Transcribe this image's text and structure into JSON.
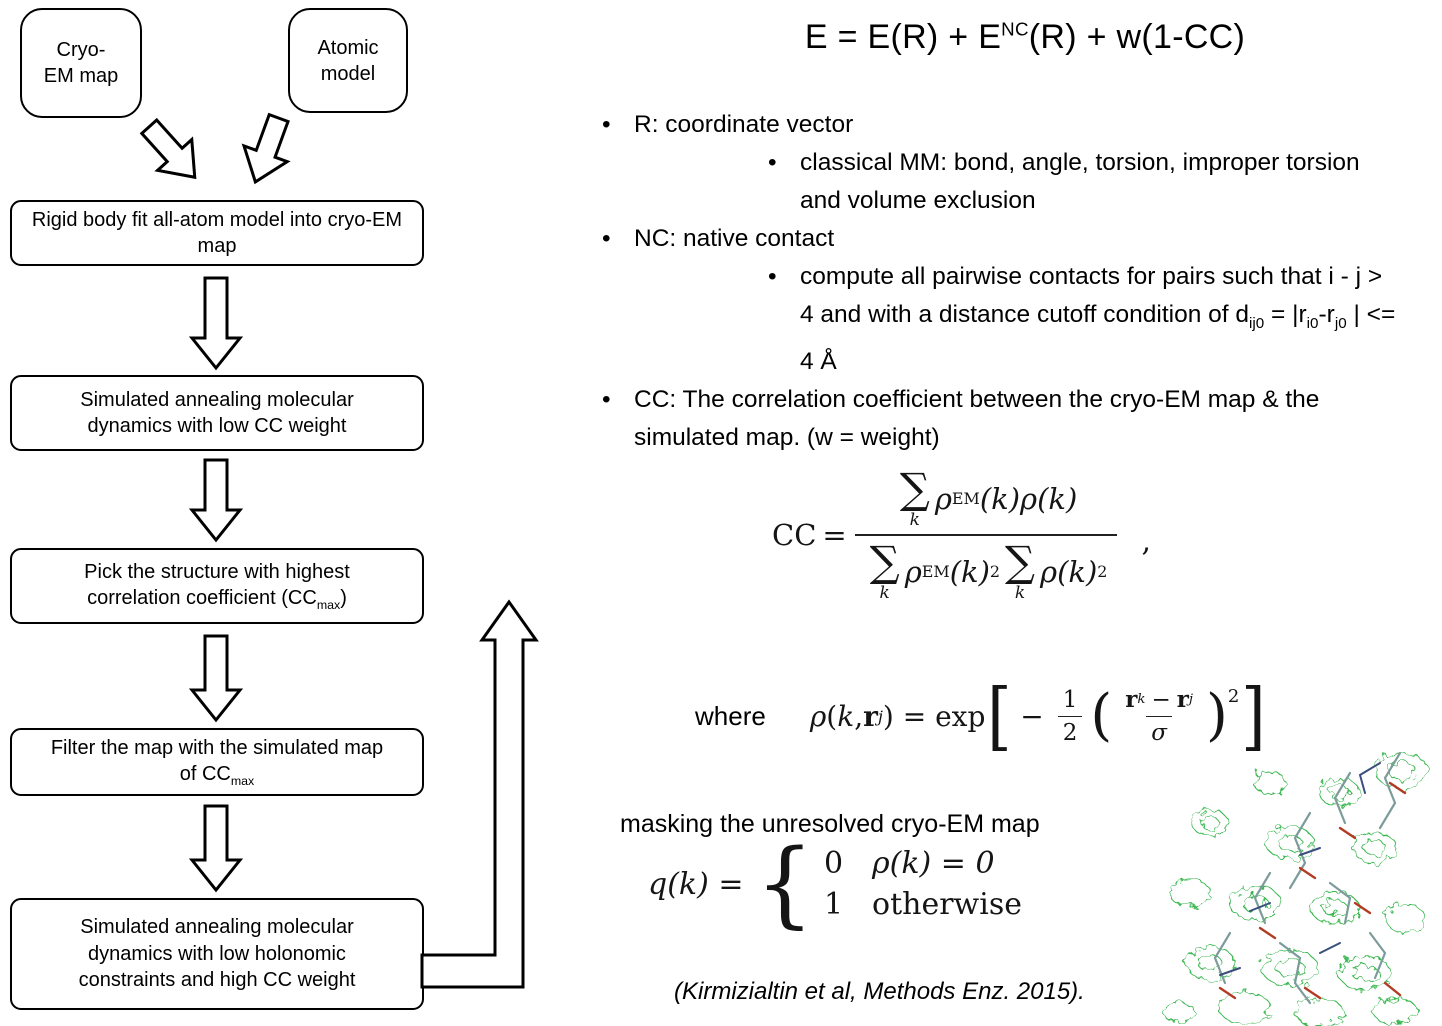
{
  "flowchart": {
    "source_boxes": [
      {
        "label": "Cryo-\nEM map"
      },
      {
        "label": "Atomic\nmodel"
      }
    ],
    "steps": [
      {
        "text": "Rigid body fit all-atom model into cryo-EM map"
      },
      {
        "text": "Simulated annealing molecular dynamics with low CC weight"
      },
      {
        "pre": "Pick the structure with highest correlation coefficient (CC",
        "sub": "max",
        "post": ")"
      },
      {
        "pre": "Filter the map with the simulated map of CC",
        "sub": "max",
        "post": ""
      },
      {
        "text": "Simulated annealing molecular dynamics with low holonomic constraints and high CC weight"
      }
    ]
  },
  "header_equation": {
    "p1": "E = E(R) + E",
    "sup": "NC",
    "p2": "(R) + w(1-CC)"
  },
  "bullets": {
    "b1": "R: coordinate vector",
    "b1_sub": "classical MM: bond, angle, torsion, improper torsion and volume exclusion",
    "b2": "NC: native contact",
    "b2_sub": {
      "p1": "compute all pairwise contacts for pairs such that i - j > 4 and with a distance cutoff condition of d",
      "s1": "ij0",
      "p2": " = |r",
      "s2": "i0",
      "p3": "-r",
      "s3": "j0",
      "p4": " | <= 4 Å"
    },
    "b3": "CC: The correlation coefficient between the cryo-EM map & the simulated map. (w = weight)"
  },
  "cc_equation": {
    "lhs": "CC",
    "equals": "=",
    "sigma": "∑",
    "sigma_sub": "k",
    "num_rho1": "ρ",
    "num_sup": "EM",
    "num_arg1": "(k)",
    "num_rho2": "ρ",
    "num_arg2": "(k)",
    "den_rho1": "ρ",
    "den_sup": "EM",
    "den_arg1": "(k)",
    "den_sq1": "2",
    "den_rho2": "ρ",
    "den_arg2": "(k)",
    "den_sq2": "2",
    "comma": ","
  },
  "where_equation": {
    "label": "where",
    "rho": "ρ",
    "p1": "(",
    "k": "k",
    "p2": ", ",
    "r1": "r",
    "r1sub": "j",
    "p3": ") = exp",
    "lbracket": "[",
    "minus": "−",
    "half_num": "1",
    "half_den": "2",
    "lparen": "(",
    "fn_r1": "r",
    "fn_s1": "k",
    "fn_minus": "−",
    "fn_r2": "r",
    "fn_s2": "j",
    "fd": "σ",
    "rparen": ")",
    "power": "2",
    "rbracket": "]"
  },
  "masking": {
    "title": "masking the unresolved cryo-EM map",
    "q_lhs": "q(k) =",
    "brace": "{",
    "case1_value": "0",
    "case1_condition": "ρ(k) = 0",
    "case2_value": "1",
    "case2_condition": "otherwise"
  },
  "citation": "(Kirmizialtin et al, Methods Enz. 2015).",
  "colors": {
    "mesh_green": "#2fb344",
    "stick_gray": "#7d9b9b",
    "stick_red": "#b23b23",
    "stick_blue": "#3b4f7d"
  }
}
